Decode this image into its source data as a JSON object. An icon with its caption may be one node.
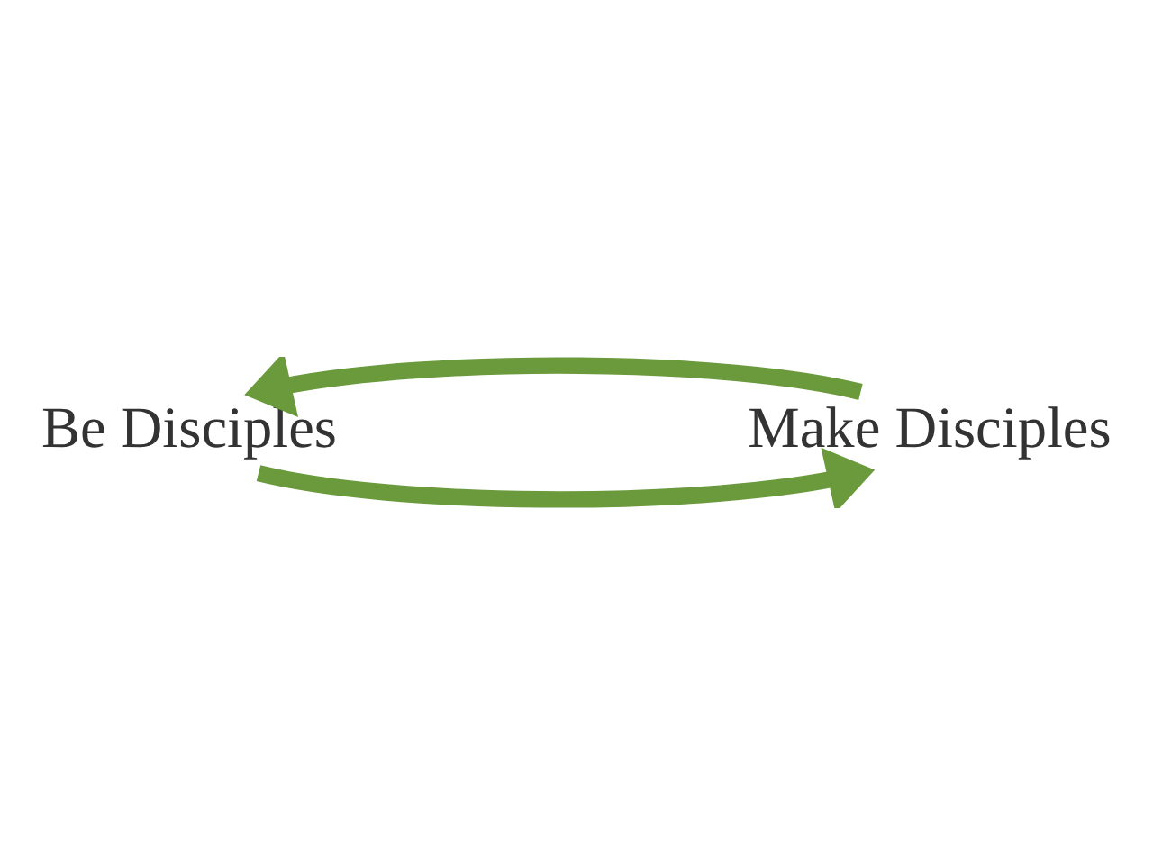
{
  "diagram": {
    "nodes": [
      {
        "text": [
          "Be Disciples"
        ]
      },
      {
        "text": [
          "Make Disciples"
        ]
      }
    ],
    "edges": [
      {
        "from": 0,
        "to": 1,
        "arrow": "to"
      },
      {
        "from": 1,
        "to": 0,
        "arrow": "to"
      }
    ]
  }
}
